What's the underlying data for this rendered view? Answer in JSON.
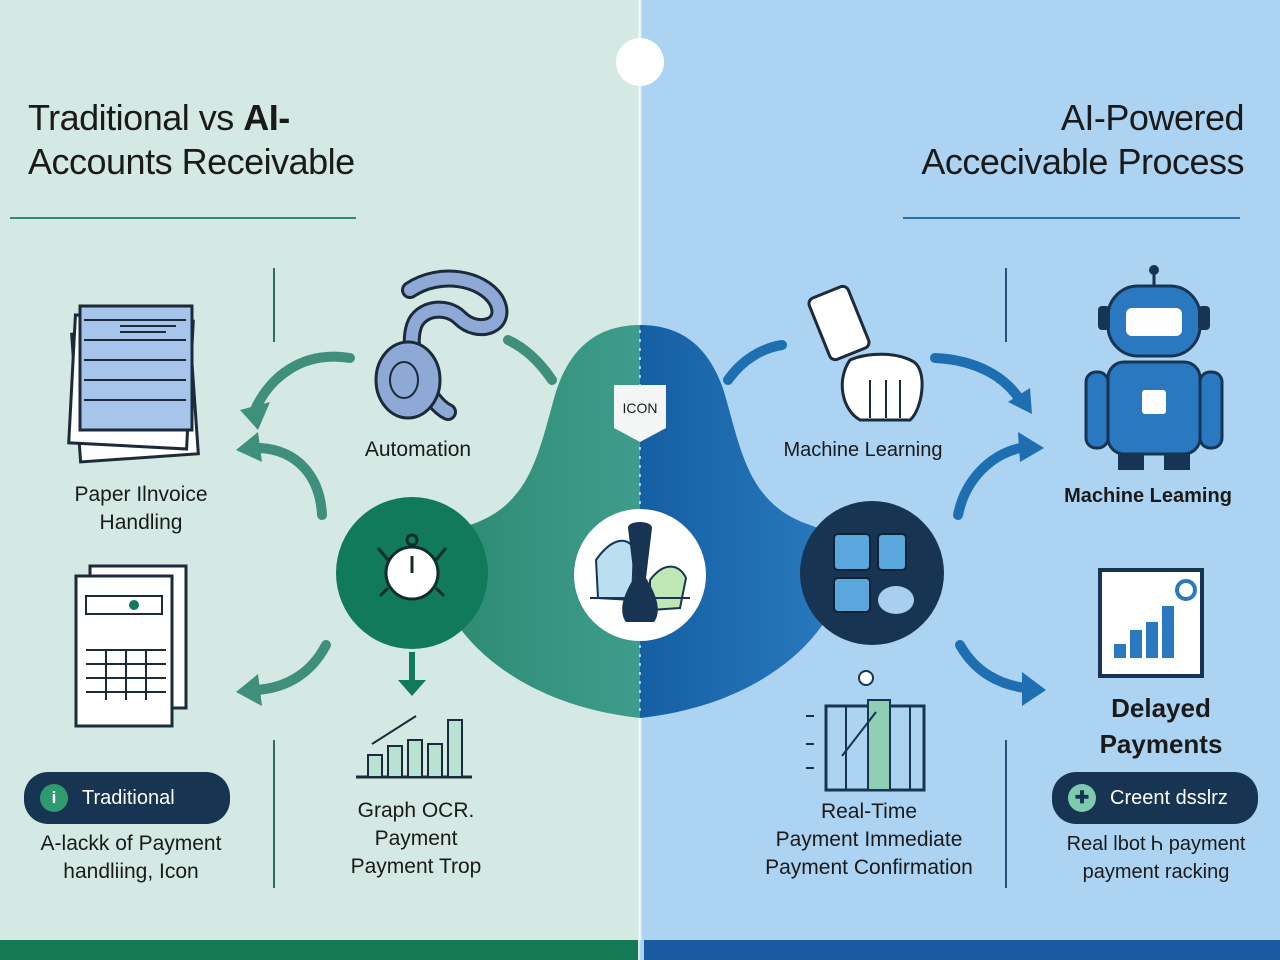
{
  "left": {
    "title_line1": "Traditional vs ",
    "title_bold": "AI-",
    "title_line2": "Accounts Receivable",
    "paper_label_1": "Paper Ilnvoice",
    "paper_label_2": "Handling",
    "automation_label": "Automation",
    "graph_label_1": "Graph OCR.",
    "graph_label_2": "Payment",
    "graph_label_3": "Payment Trop",
    "pill_label": "Traditional",
    "pill_icon": "i",
    "footer_1": "A-lackk of Payment",
    "footer_2": "handliing, Icon"
  },
  "center": {
    "badge": "ICON"
  },
  "right": {
    "title_line1": "AI-Powered",
    "title_line2": "Accecivable Process",
    "ml_label_top": "Machine Learning",
    "ml_label_right": "Machine Leaming",
    "delayed_1": "Delayed",
    "delayed_2": "Payments",
    "realtime_1": "Real-Time",
    "realtime_2": "Payment  Immediate",
    "realtime_3": "Payment Confirmation",
    "pill_label": "Creent dsslrz",
    "pill_icon": "✚",
    "footer_1": "Real lbot Ꮒ payment",
    "footer_2": "payment racking"
  },
  "colors": {
    "left_bg": "#d4e9e3",
    "right_bg": "#acd3f1",
    "teal": "#2e8a78",
    "dark_green": "#117a5a",
    "blue": "#1f6fb4",
    "navy": "#173552",
    "bottom_left": "#157a55",
    "bottom_right": "#1a5aa0"
  }
}
